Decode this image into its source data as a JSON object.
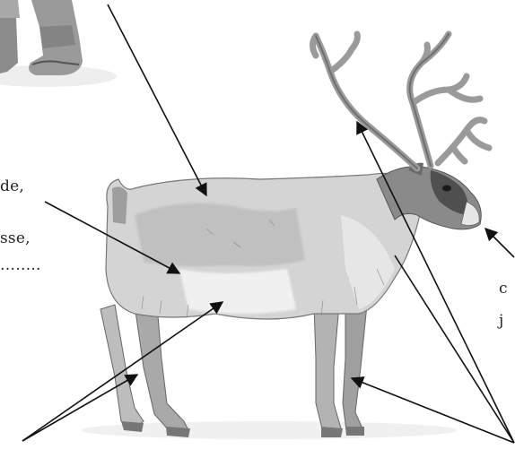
{
  "figure": {
    "subject": "reindeer-illustration",
    "fragment_top_left": "boots-and-legs",
    "colors": {
      "ink": "#1a1a1a",
      "body_light": "#d9d9d9",
      "body_mid": "#b3b3b3",
      "body_dark": "#6e6e6e",
      "antler": "#9a9a9a"
    }
  },
  "labels": {
    "left_line_1": "de,",
    "left_line_2": "sse,",
    "left_line_3": "……..",
    "right_line_1": "c",
    "right_line_2": "j"
  }
}
